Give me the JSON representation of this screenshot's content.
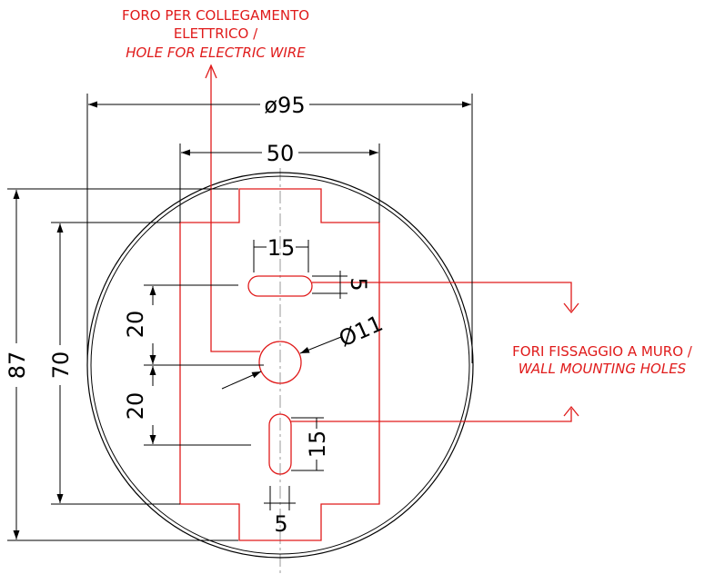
{
  "notes": {
    "electric_hole_line1": "FORO PER COLLEGAMENTO",
    "electric_hole_line2": "ELETTRICO /",
    "electric_hole_line3": "HOLE FOR ELECTRIC WIRE",
    "mounting_line1": "FORI FISSAGGIO A MURO /",
    "mounting_line2": "WALL MOUNTING HOLES"
  },
  "dimensions": {
    "outer_diameter": "ø95",
    "plate_width": "50",
    "slot_top_length": "15",
    "slot_top_width": "5",
    "center_hole_diameter": "Ø11",
    "upper_spacing": "20",
    "lower_spacing": "20",
    "total_height": "87",
    "plate_height": "70",
    "slot_bottom_length": "15",
    "slot_bottom_width": "5"
  },
  "colors": {
    "annotation": "#e01b1b",
    "dimension": "#000000",
    "axis": "#999999"
  }
}
